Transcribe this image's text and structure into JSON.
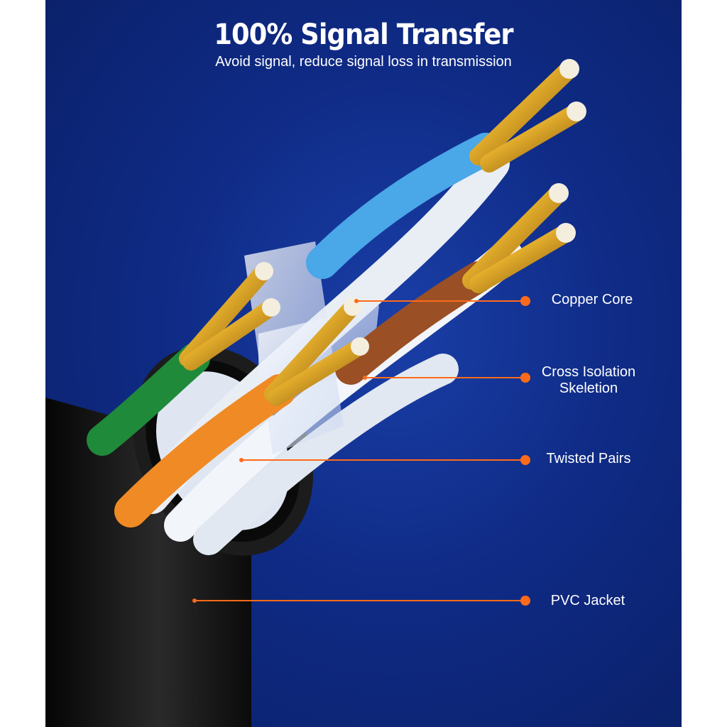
{
  "header": {
    "title": "100% Signal Transfer",
    "subtitle": "Avoid signal, reduce signal loss in transmission"
  },
  "callouts": [
    {
      "label": "Copper Core"
    },
    {
      "label": "Cross Isolation\nSkeletion"
    },
    {
      "label": "Twisted Pairs"
    },
    {
      "label": "PVC Jacket"
    }
  ],
  "colors": {
    "background": "#0f2b86",
    "accent": "#ff6a1a",
    "wire_blue": "#4aa7e8",
    "wire_brown": "#9a4f25",
    "wire_green": "#1f8a3a",
    "wire_orange": "#f08a24",
    "copper": "#e0a92a",
    "jacket": "#111111"
  }
}
